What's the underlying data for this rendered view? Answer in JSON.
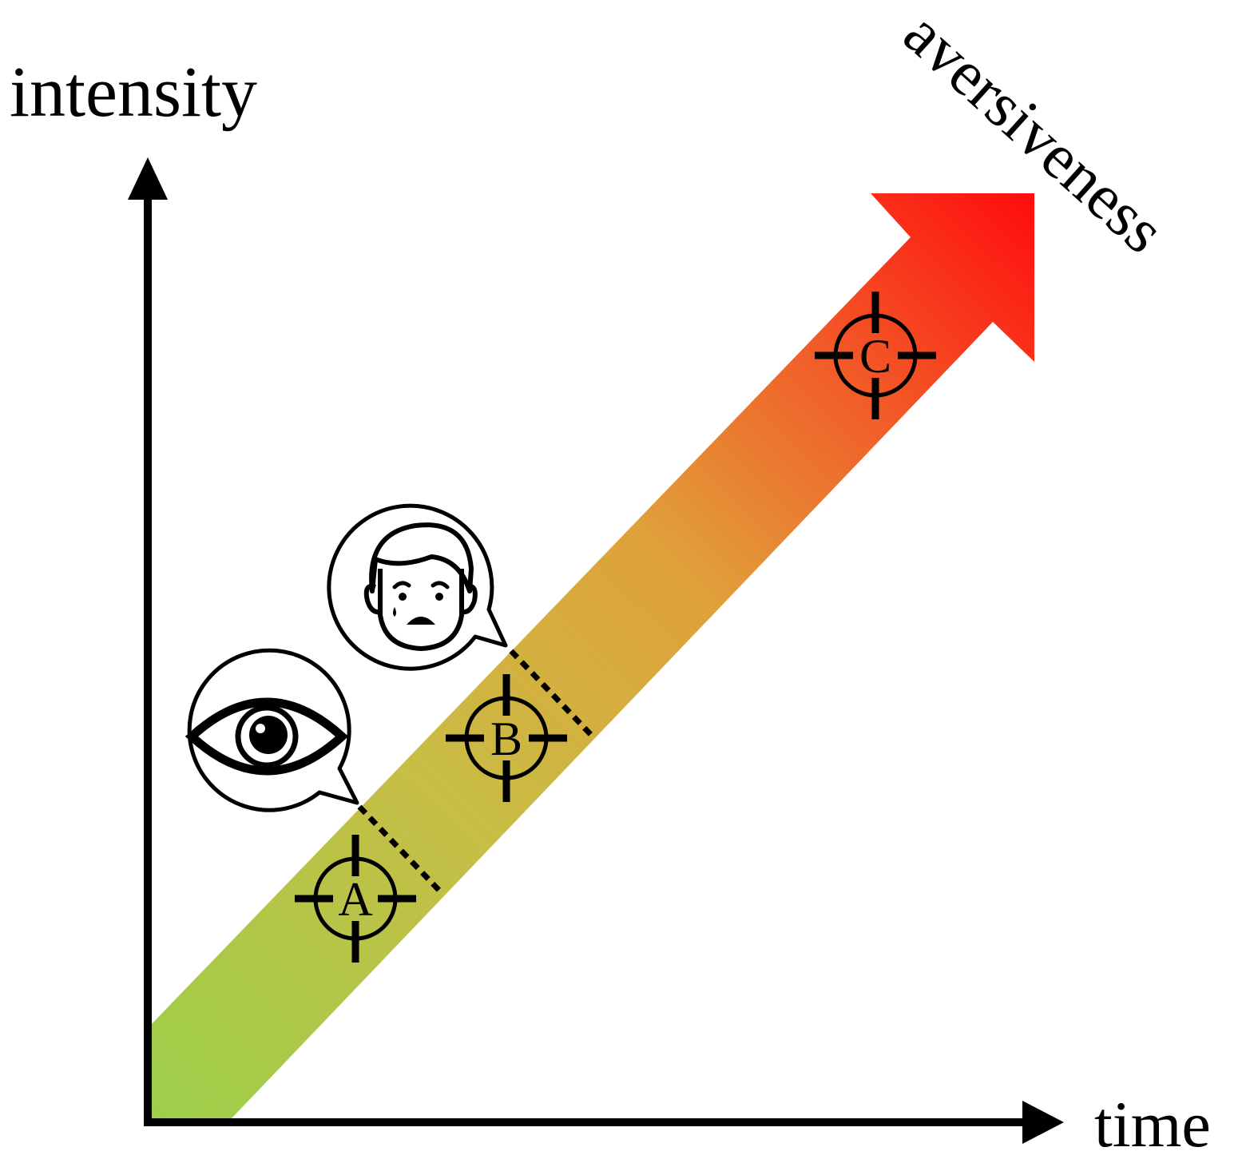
{
  "axes": {
    "y_label": "intensity",
    "x_label": "time"
  },
  "trend": {
    "label": "aversiveness",
    "color_start": "#9ccf4a",
    "color_mid": "#e0a03a",
    "color_end": "#ff0d0d"
  },
  "markers": {
    "a": "A",
    "b": "B",
    "c": "C"
  },
  "icons": {
    "eye_bubble": "eye-icon",
    "face_bubble": "worried-face-icon"
  }
}
